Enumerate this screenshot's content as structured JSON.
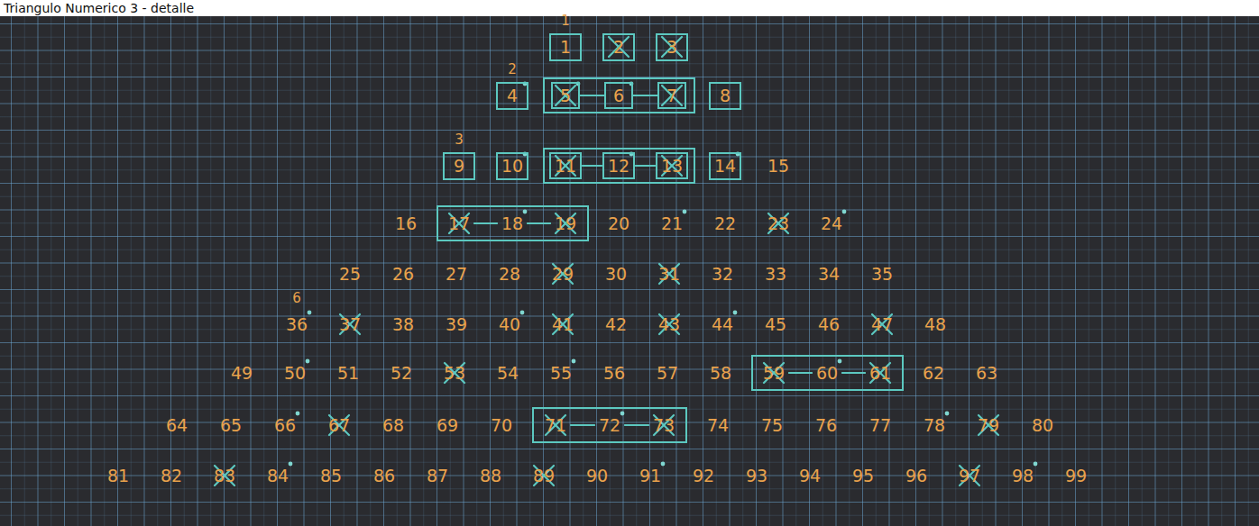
{
  "diagram": {
    "title": "Triangulo Numerico 3 - detalle",
    "nodes": [
      {
        "text": [
          "1"
        ]
      },
      {
        "text": [
          "2"
        ]
      },
      {
        "text": [
          "3"
        ]
      },
      {
        "text": [
          "4"
        ]
      },
      {
        "text": []
      },
      {
        "text": [
          "5"
        ],
        "in": 4
      },
      {
        "text": [
          "6"
        ],
        "in": 4
      },
      {
        "text": [
          "7"
        ],
        "in": 4
      },
      {
        "text": [
          "8"
        ]
      },
      {
        "text": [
          "9"
        ]
      },
      {
        "text": [
          "10"
        ]
      },
      {
        "text": []
      },
      {
        "text": [
          "11"
        ],
        "in": 11
      },
      {
        "text": [
          "12"
        ],
        "in": 11
      },
      {
        "text": [
          "13"
        ],
        "in": 11
      },
      {
        "text": [
          "14"
        ]
      },
      {
        "text": [
          "17",
          "18",
          "19"
        ]
      },
      {
        "text": [
          "59",
          "60",
          "61"
        ]
      },
      {
        "text": [
          "71",
          "72",
          "73"
        ]
      }
    ],
    "edges": [
      {
        "from": 5,
        "to": 6,
        "arrow": "none"
      },
      {
        "from": 6,
        "to": 7,
        "arrow": "none"
      },
      {
        "from": 12,
        "to": 13,
        "arrow": "none"
      },
      {
        "from": 13,
        "to": 14,
        "arrow": "none"
      }
    ],
    "labels": [
      "1",
      "2",
      "3",
      "15",
      "16",
      "20",
      "21",
      "22",
      "23",
      "24",
      "25",
      "26",
      "27",
      "28",
      "29",
      "30",
      "31",
      "32",
      "33",
      "34",
      "35",
      "6",
      "36",
      "37",
      "38",
      "39",
      "40",
      "41",
      "42",
      "43",
      "44",
      "45",
      "46",
      "47",
      "48",
      "49",
      "50",
      "51",
      "52",
      "53",
      "54",
      "55",
      "56",
      "57",
      "58",
      "62",
      "63",
      "64",
      "65",
      "66",
      "67",
      "68",
      "69",
      "70",
      "74",
      "75",
      "76",
      "77",
      "78",
      "79",
      "80",
      "81",
      "82",
      "83",
      "84",
      "85",
      "86",
      "87",
      "88",
      "89",
      "90",
      "91",
      "92",
      "93",
      "94",
      "95",
      "96",
      "97",
      "98",
      "99"
    ]
  }
}
